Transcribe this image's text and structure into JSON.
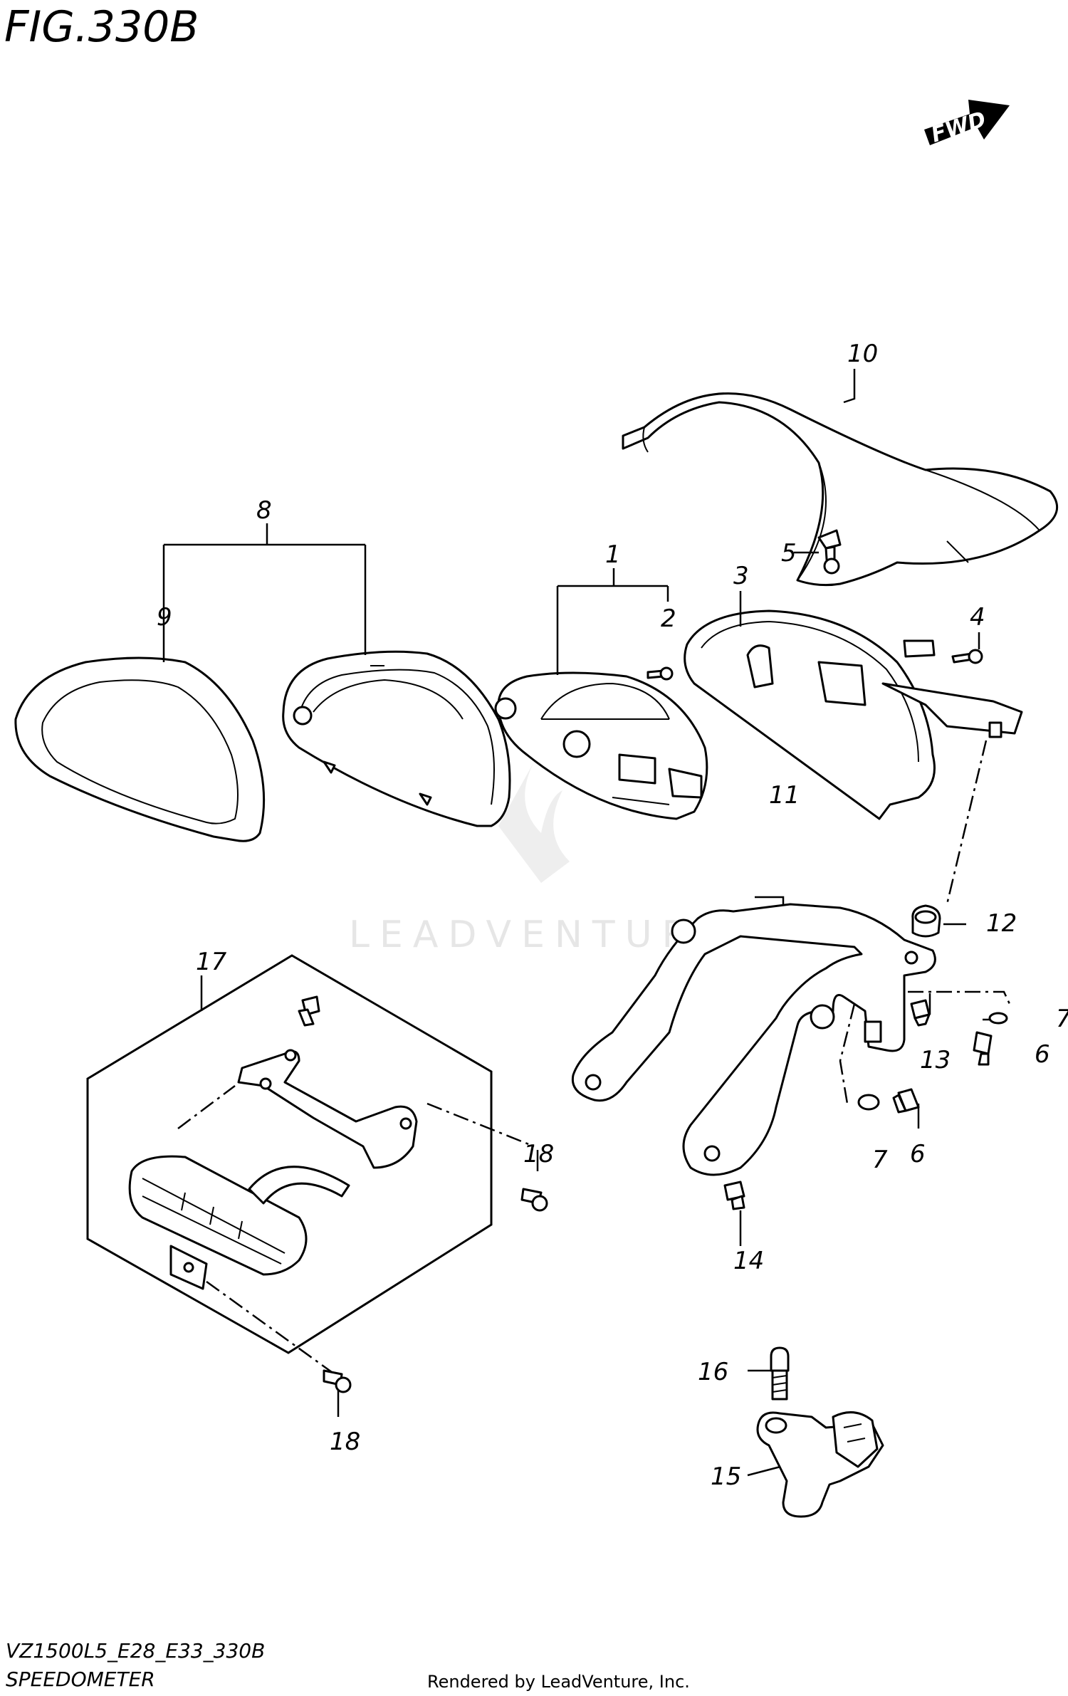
{
  "figure": {
    "title": "FIG.330B",
    "fwd_label": "FWD"
  },
  "watermark": "LEADVENTURE",
  "callouts": {
    "c1": "1",
    "c2": "2",
    "c3": "3",
    "c4": "4",
    "c5": "5",
    "c6a": "6",
    "c6b": "6",
    "c7a": "7",
    "c7b": "7",
    "c8": "8",
    "c9": "9",
    "c10": "10",
    "c11": "11",
    "c12": "12",
    "c13": "13",
    "c14": "14",
    "c15": "15",
    "c16": "16",
    "c17": "17",
    "c18a": "18",
    "c18b": "18"
  },
  "footer": {
    "model_code": "VZ1500L5_E28_E33_330B",
    "section_name": "SPEEDOMETER",
    "rendered_by": "Rendered by LeadVenture, Inc."
  }
}
